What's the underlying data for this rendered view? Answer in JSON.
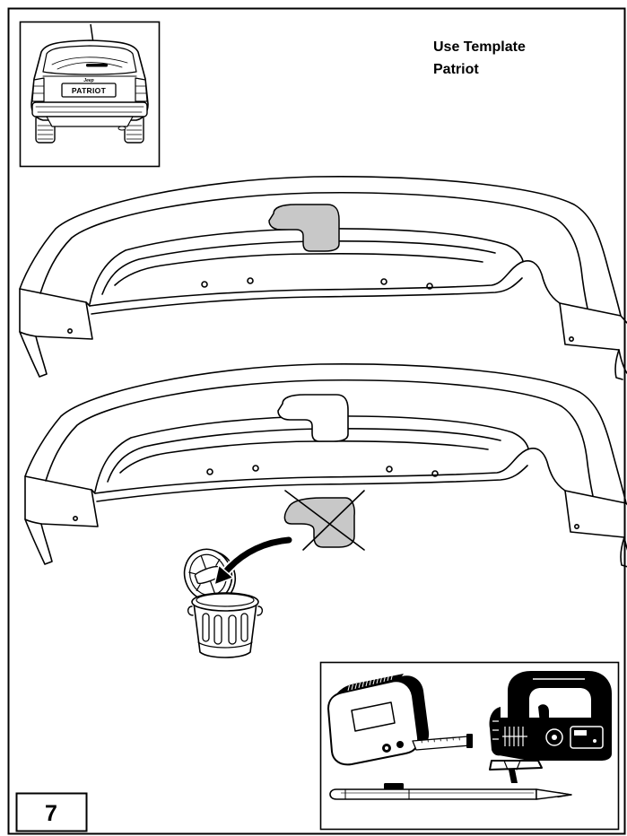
{
  "header": {
    "line1": "Use Template",
    "line2": "Patriot"
  },
  "vehicle_inset": {
    "badge": "Jeep",
    "plate": "PATRIOT"
  },
  "step": {
    "number": "7"
  },
  "icons": {
    "vehicle": "jeep-patriot-rear-icon",
    "trash": "trash-can-icon",
    "discard_arrow": "curved-arrow-icon",
    "cross_out": "cross-out-icon",
    "tape_measure": "tape-measure-icon",
    "jigsaw": "jigsaw-icon",
    "marker": "marker-icon"
  },
  "colors": {
    "line": "#000000",
    "template_fill": "#c8c8c8",
    "background": "#ffffff"
  }
}
